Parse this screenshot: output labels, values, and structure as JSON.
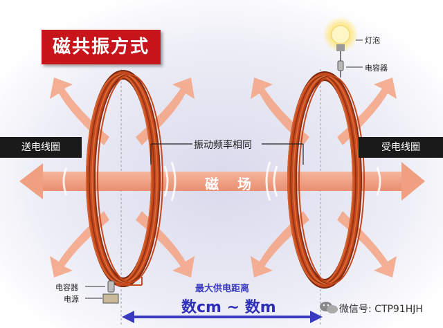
{
  "title": "磁共振方式",
  "labels": {
    "bulb": "灯泡",
    "capacitor_top": "电容器",
    "tx_coil": "送电线圈",
    "rx_coil": "受电线圈",
    "same_frequency": "振动频率相同",
    "magnetic_field": "磁 场",
    "capacitor_bottom": "电容器",
    "power_source": "电源",
    "max_distance_title": "最大供电距离",
    "max_distance_value": "数cm ~ 数m"
  },
  "watermark": {
    "text": "微信号: CTP91HJH",
    "icon": "wechat-icon"
  },
  "colors": {
    "title_bg": "#c8141b",
    "coil": "#c5481e",
    "arrow": "#f3a88a",
    "distance_arrow": "#3a3ac0",
    "tag_bg": "#1a1a1a"
  }
}
